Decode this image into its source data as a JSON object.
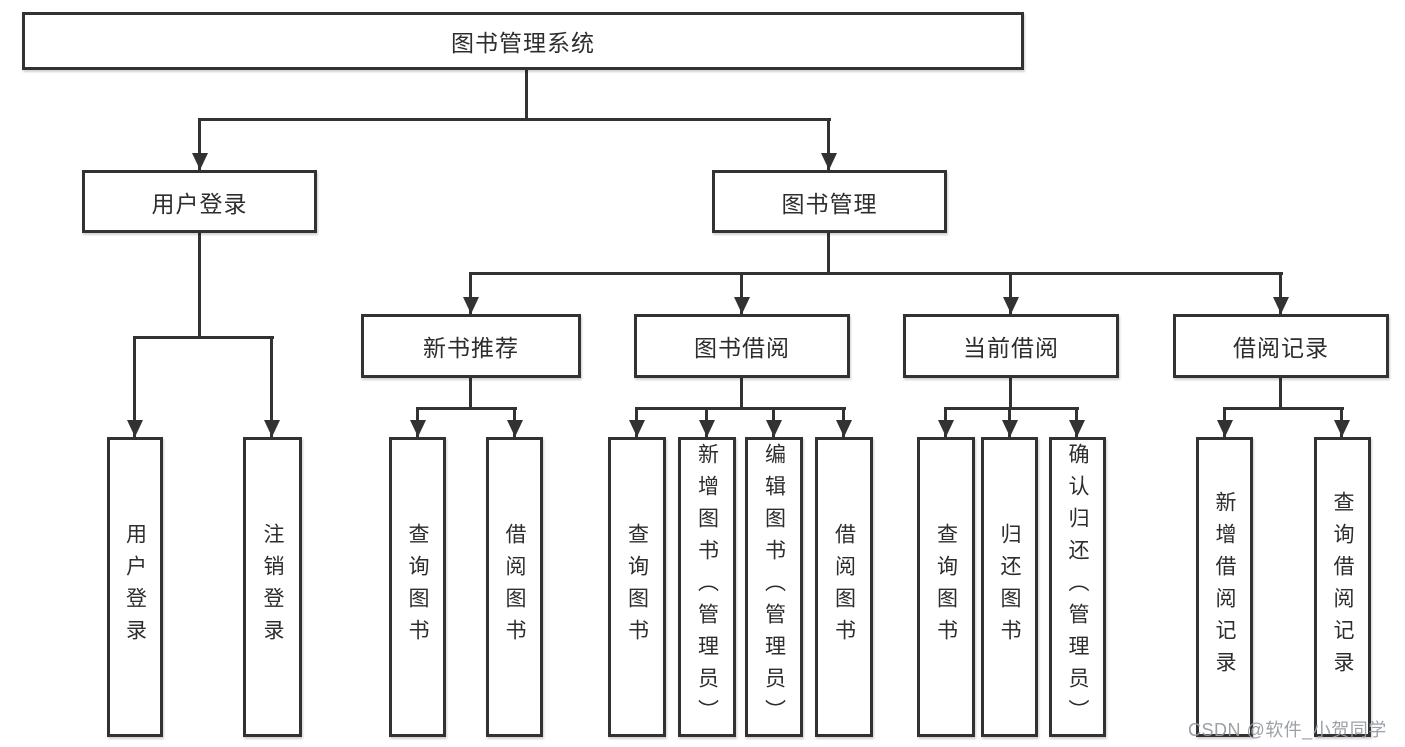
{
  "diagram": {
    "type": "hierarchy",
    "root": {
      "label": "图书管理系统"
    },
    "branches": [
      {
        "label": "用户登录",
        "children": [
          {
            "label": "用户登录"
          },
          {
            "label": "注销登录"
          }
        ]
      },
      {
        "label": "图书管理",
        "children": [
          {
            "label": "新书推荐",
            "children": [
              {
                "label": "查询图书"
              },
              {
                "label": "借阅图书"
              }
            ]
          },
          {
            "label": "图书借阅",
            "children": [
              {
                "label": "查询图书"
              },
              {
                "label": "新增图书（管理员）"
              },
              {
                "label": "编辑图书（管理员）"
              },
              {
                "label": "借阅图书"
              }
            ]
          },
          {
            "label": "当前借阅",
            "children": [
              {
                "label": "查询图书"
              },
              {
                "label": "归还图书"
              },
              {
                "label": "确认归还（管理员）"
              }
            ]
          },
          {
            "label": "借阅记录",
            "children": [
              {
                "label": "新增借阅记录"
              },
              {
                "label": "查询借阅记录"
              }
            ]
          }
        ]
      }
    ]
  },
  "watermark": {
    "text": "CSDN @软件_小贺同学"
  },
  "colors": {
    "background": "#ffffff",
    "box_fill": "#ffffff",
    "box_border": "#323232",
    "line": "#323232",
    "text": "#2d2d2d",
    "watermark": "#979ca2"
  }
}
